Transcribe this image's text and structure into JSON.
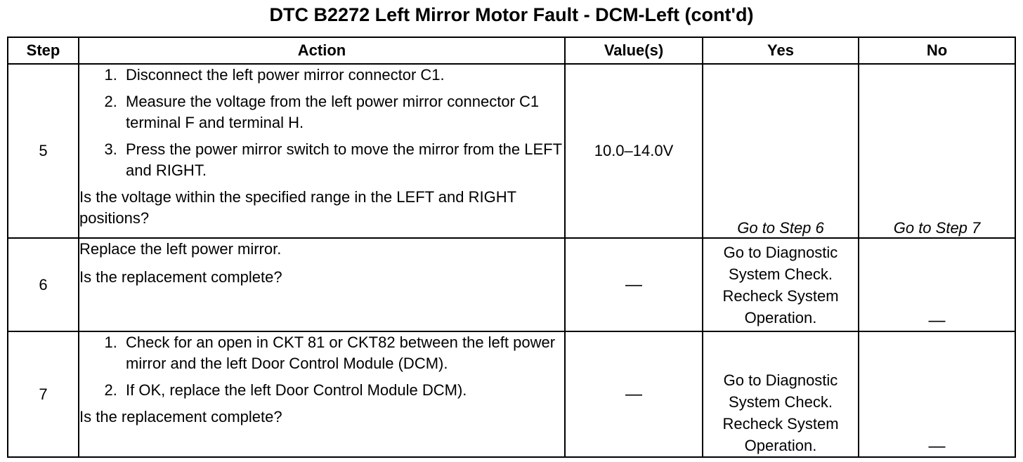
{
  "title": "DTC B2272 Left Mirror Motor Fault - DCM-Left (cont'd)",
  "columns": {
    "step": "Step",
    "action": "Action",
    "values": "Value(s)",
    "yes": "Yes",
    "no": "No"
  },
  "rows": [
    {
      "step": "5",
      "actions": [
        "Disconnect the left power mirror connector C1.",
        "Measure the voltage from the left power mirror connector C1 terminal F and terminal H.",
        "Press the power mirror switch to move the mirror from the LEFT and RIGHT."
      ],
      "question": "Is the voltage within the specified range in the LEFT and RIGHT positions?",
      "value": "10.0–14.0V",
      "yes": "Go to Step 6",
      "no": "Go to Step 7"
    },
    {
      "step": "6",
      "statement": "Replace the left power mirror.",
      "question": "Is the replacement complete?",
      "value": "—",
      "yes_lines": [
        "Go to Diagnostic",
        "System Check.",
        "Recheck System",
        "Operation."
      ],
      "no": "—"
    },
    {
      "step": "7",
      "actions": [
        "Check for an open in CKT 81 or CKT82 between the left power mirror and the left Door Control Module (DCM).",
        "If OK, replace the left Door Control Module DCM)."
      ],
      "question": "Is the replacement complete?",
      "value": "—",
      "yes_lines": [
        "Go to Diagnostic",
        "System Check.",
        "Recheck System",
        "Operation."
      ],
      "no": "—"
    }
  ]
}
